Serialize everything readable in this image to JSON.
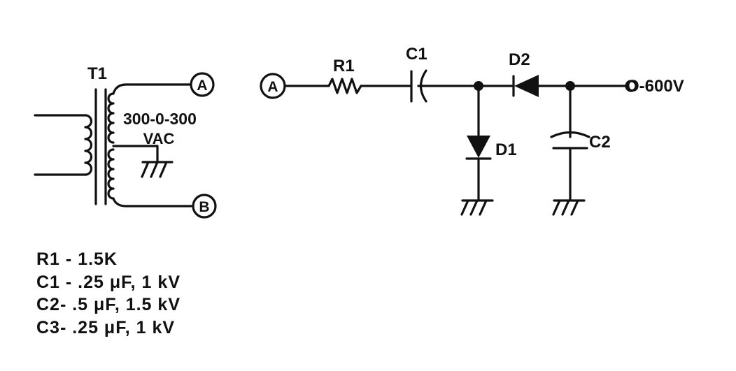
{
  "labels": {
    "transformer": "T1",
    "secondary_rating_line1": "300-0-300",
    "secondary_rating_line2": "VAC",
    "terminal_a": "A",
    "terminal_b": "B",
    "input_terminal": "A",
    "resistor": "R1",
    "capacitor_1": "C1",
    "diode_1": "D1",
    "diode_2": "D2",
    "capacitor_2": "C2",
    "output": "O-600V"
  },
  "parts_list": [
    "R1 - 1.5K",
    "C1 - .25 μF, 1 kV",
    "C2- .5 μF, 1.5 kV",
    "C3- .25 μF, 1 kV"
  ],
  "colors": {
    "ink": "#111111",
    "paper": "#ffffff"
  }
}
